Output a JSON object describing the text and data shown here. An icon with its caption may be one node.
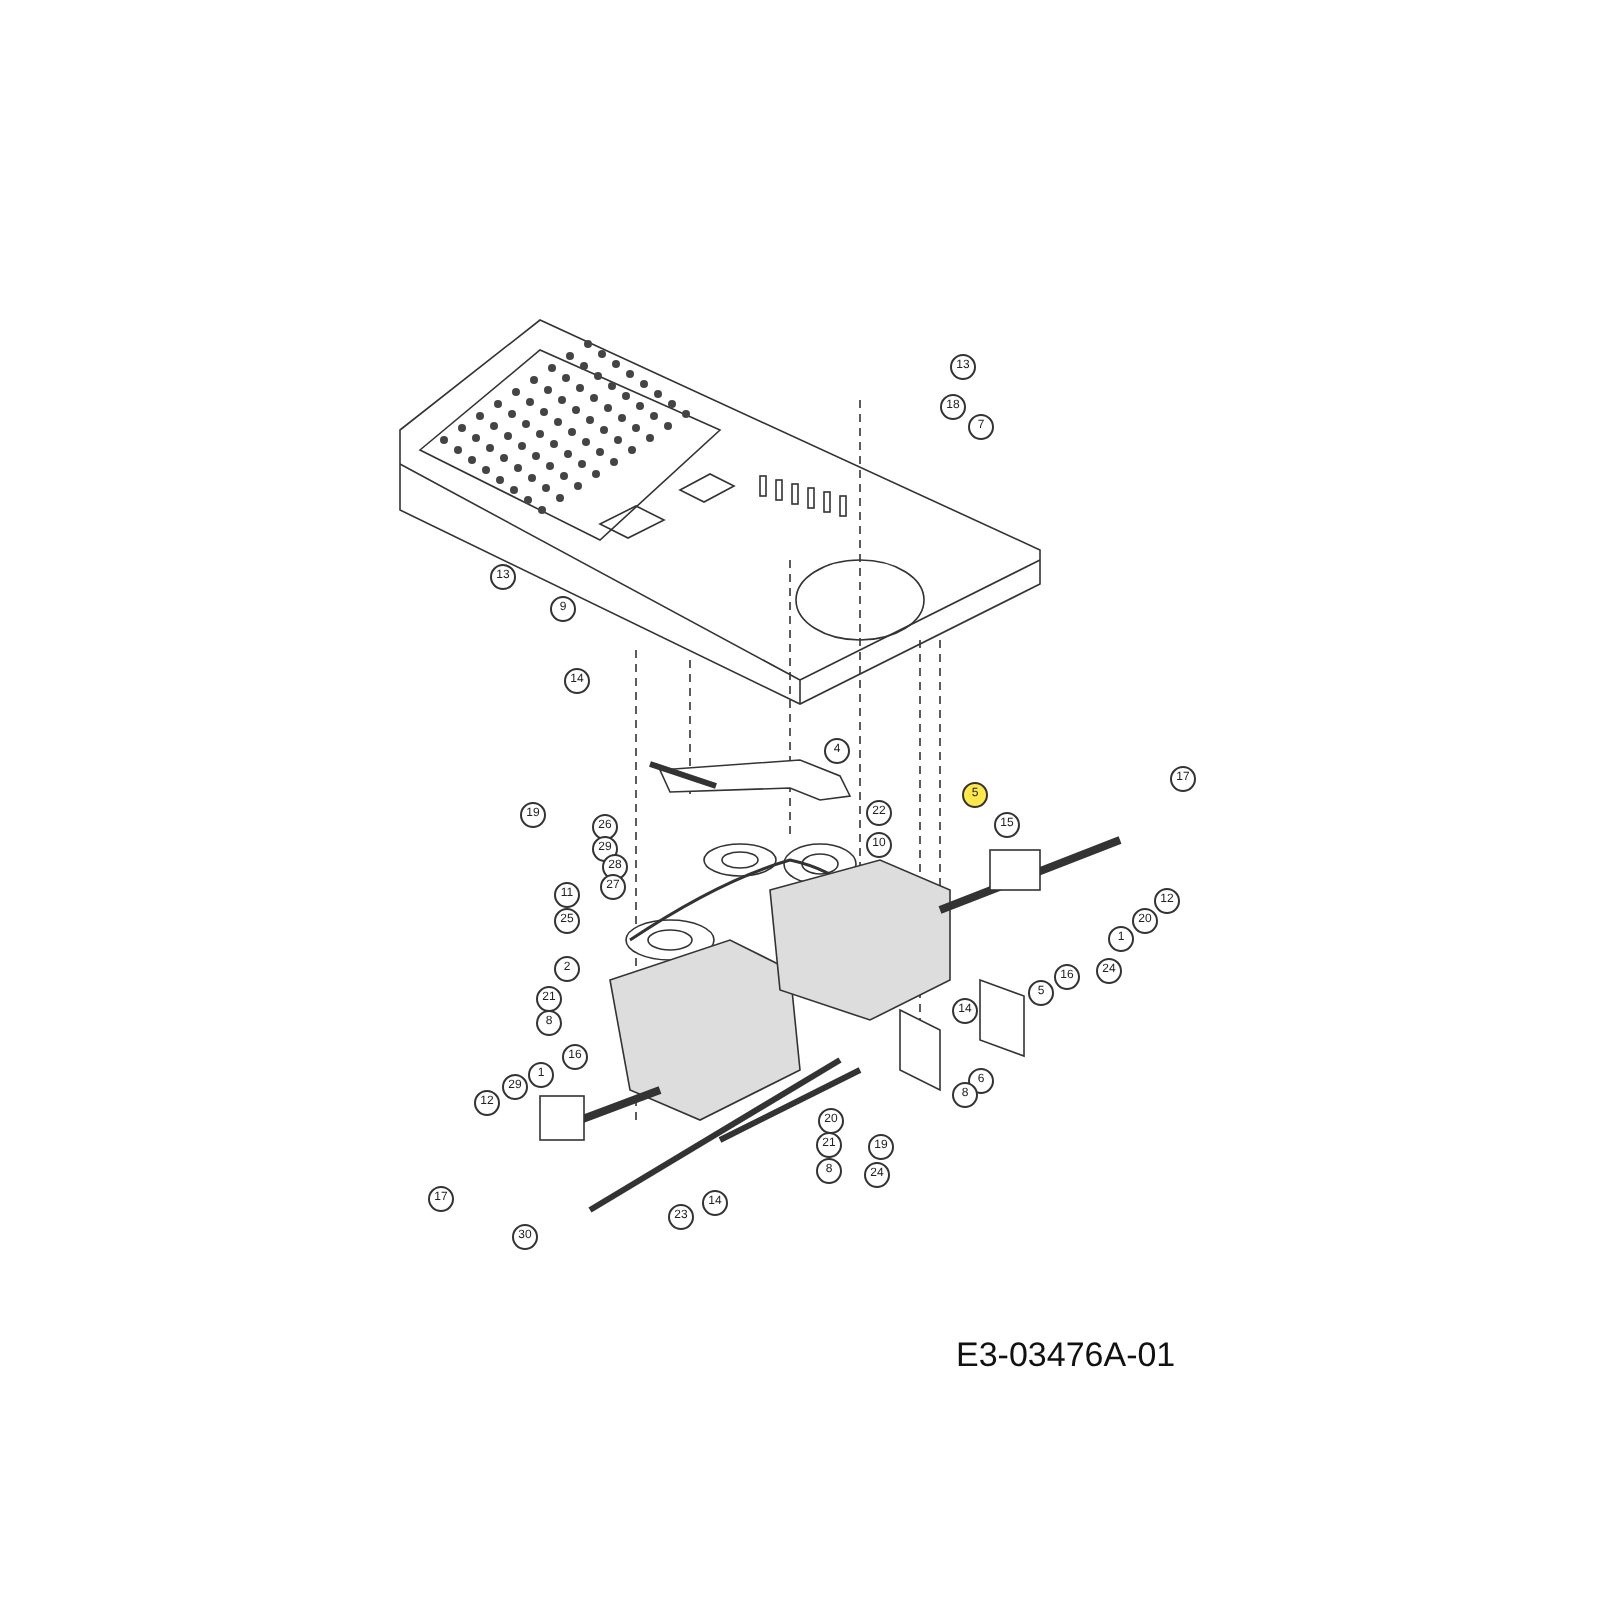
{
  "diagram": {
    "labels": [
      "13",
      "18",
      "7",
      "13",
      "9",
      "14",
      "4",
      "17",
      "5",
      "22",
      "19",
      "15",
      "26",
      "10",
      "29",
      "28",
      "27",
      "11",
      "12",
      "20",
      "25",
      "1",
      "2",
      "24",
      "16",
      "5",
      "21",
      "14",
      "8",
      "16",
      "1",
      "6",
      "29",
      "8",
      "12",
      "20",
      "21",
      "19",
      "8",
      "24",
      "17",
      "14",
      "23",
      "30",
      "E3-03476A-01"
    ]
  }
}
